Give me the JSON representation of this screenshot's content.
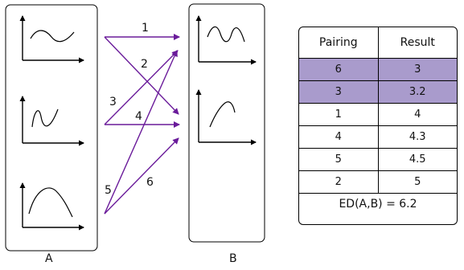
{
  "panels": {
    "a_label": "A",
    "b_label": "B"
  },
  "arrow_labels": [
    "1",
    "2",
    "3",
    "4",
    "5",
    "6"
  ],
  "table": {
    "headers": [
      "Pairing",
      "Result"
    ],
    "rows": [
      {
        "pairing": "6",
        "result": "3",
        "highlighted": true
      },
      {
        "pairing": "3",
        "result": "3.2",
        "highlighted": true
      },
      {
        "pairing": "1",
        "result": "4",
        "highlighted": false
      },
      {
        "pairing": "4",
        "result": "4.3",
        "highlighted": false
      },
      {
        "pairing": "5",
        "result": "4.5",
        "highlighted": false
      },
      {
        "pairing": "2",
        "result": "5",
        "highlighted": false
      }
    ],
    "summary": "ED(A,B) = 6.2"
  },
  "colors": {
    "arrow": "#6a1b9a",
    "highlight": "#a99bcc",
    "stroke": "#000000"
  }
}
